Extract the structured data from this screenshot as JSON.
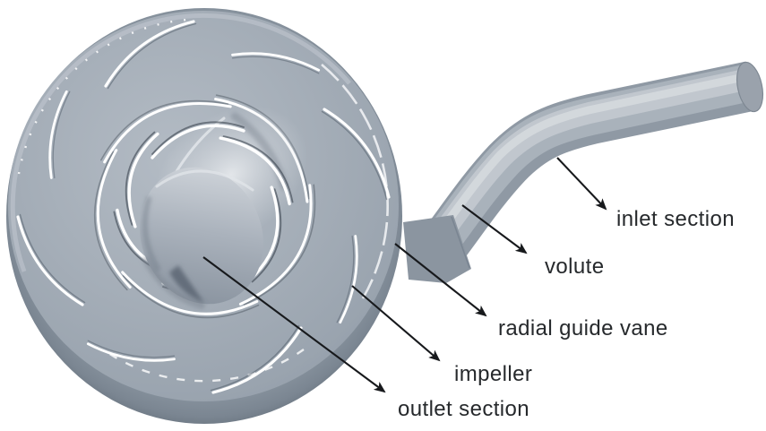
{
  "figure": {
    "subject": "3D model of a pump assembly with annotated components",
    "background": "#ffffff"
  },
  "annotations": {
    "inlet_section": "inlet section",
    "volute": "volute",
    "radial_guide_vane": "radial guide vane",
    "impeller": "impeller",
    "outlet_section": "outlet section"
  },
  "colors": {
    "body": "#a4adb7",
    "body_highlight": "#d5d9de",
    "body_shadow": "#6d7884",
    "slit_highlight": "#ffffff",
    "arrow": "#17191c",
    "label_text": "#26292c"
  }
}
